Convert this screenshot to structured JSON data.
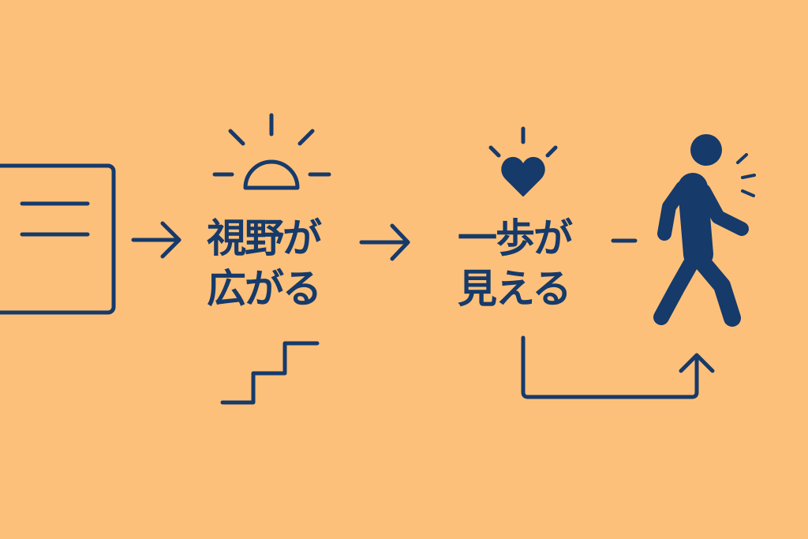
{
  "colors": {
    "background": "#fdc07a",
    "ink": "#163a6a"
  },
  "steps": [
    {
      "icon": "document-icon"
    },
    {
      "icon": "sunrise-icon",
      "line1": "視野が",
      "line2": "広がる",
      "below_icon": "stairs-icon"
    },
    {
      "icon": "heart-icon",
      "line1": "一歩が",
      "line2": "見える",
      "below_icon": "return-arrow-icon"
    },
    {
      "icon": "walking-person-icon"
    }
  ]
}
